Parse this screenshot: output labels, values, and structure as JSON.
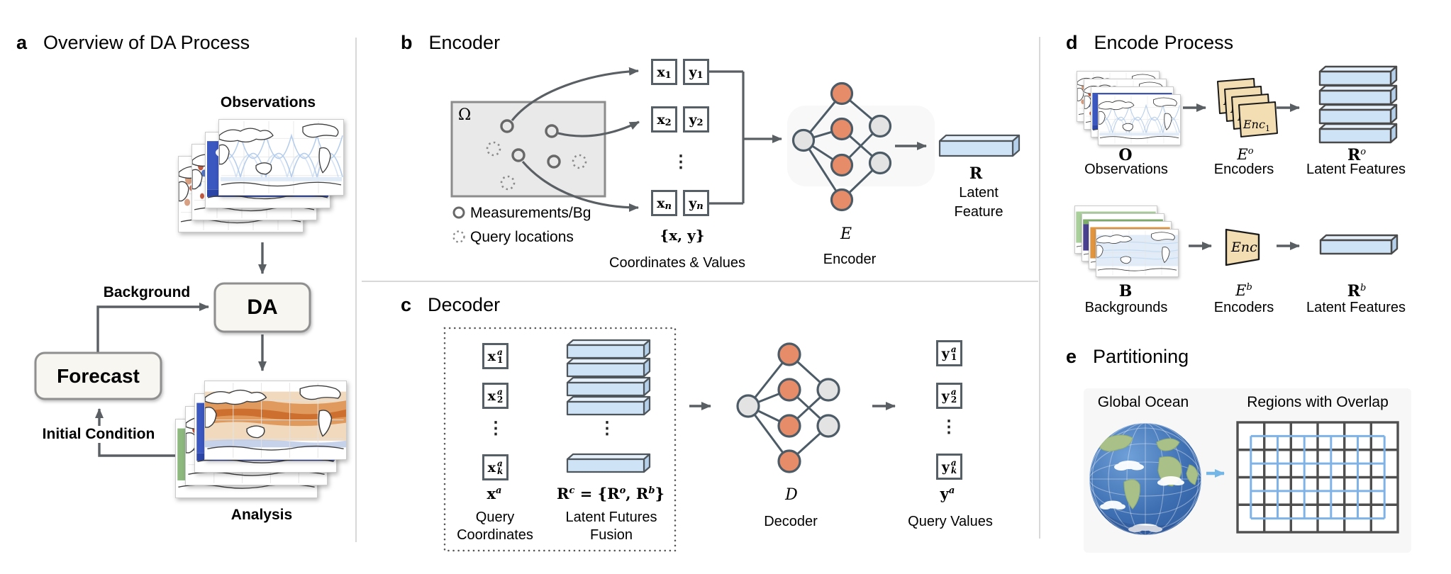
{
  "ellipsis": "⋮",
  "panel_a": {
    "letter": "a",
    "title": "Overview of DA Process",
    "observations_label": "Observations",
    "background_label": "Background",
    "da_box_label": "DA",
    "forecast_box_label": "Forecast",
    "initial_condition_label": "Initial Condition",
    "analysis_label": "Analysis"
  },
  "panel_b": {
    "letter": "b",
    "title": "Encoder",
    "omega": "Ω",
    "legend_measurements": "Measurements/Bg",
    "legend_query": "Query locations",
    "pairs": [
      {
        "x_base": "x",
        "x_sub": "1",
        "y_base": "y",
        "y_sub": "1"
      },
      {
        "x_base": "x",
        "x_sub": "2",
        "y_base": "y",
        "y_sub": "2"
      },
      {
        "x_base": "x",
        "x_sub": "n",
        "y_base": "y",
        "y_sub": "n"
      }
    ],
    "set_label": "{x, y}",
    "coords_values_label": "Coordinates & Values",
    "nn_symbol": "E",
    "nn_label": "Encoder",
    "latent_symbol": "R",
    "latent_line1": "Latent",
    "latent_line2": "Feature"
  },
  "panel_c": {
    "letter": "c",
    "title": "Decoder",
    "query_boxes": [
      {
        "base": "x",
        "sup": "a",
        "sub": "1"
      },
      {
        "base": "x",
        "sup": "a",
        "sub": "2"
      },
      {
        "base": "x",
        "sup": "a",
        "sub": "k"
      }
    ],
    "query_symbol_base": "x",
    "query_symbol_sup": "a",
    "query_line1": "Query",
    "query_line2": "Coordinates",
    "fusion_formula": {
      "r1": "R",
      "s1": "c",
      "eq": " = {",
      "r2": "R",
      "s2": "o",
      "comma": ", ",
      "r3": "R",
      "s3": "b",
      "close": "}"
    },
    "fusion_line1": "Latent Futures",
    "fusion_line2": "Fusion",
    "nn_symbol": "D",
    "nn_label": "Decoder",
    "value_boxes": [
      {
        "base": "y",
        "sup": "a",
        "sub": "1"
      },
      {
        "base": "y",
        "sup": "a",
        "sub": "2"
      },
      {
        "base": "y",
        "sup": "a",
        "sub": "k"
      }
    ],
    "value_symbol_base": "y",
    "value_symbol_sup": "a",
    "value_label": "Query Values"
  },
  "panel_d": {
    "letter": "d",
    "title": "Encode Process",
    "rows": [
      {
        "stack_symbol": "O",
        "stack_label": "Observations",
        "enc_card_base": "Enc",
        "enc_card_sub": "1",
        "enc_symbol_base": "E",
        "enc_symbol_sup": "o",
        "enc_label": "Encoders",
        "latent_symbol_base": "R",
        "latent_symbol_sup": "o",
        "latent_label": "Latent Features"
      },
      {
        "stack_symbol": "B",
        "stack_label": "Backgrounds",
        "enc_card_base": "Enc",
        "enc_symbol_base": "E",
        "enc_symbol_sup": "b",
        "enc_label": "Encoders",
        "latent_symbol_base": "R",
        "latent_symbol_sup": "b",
        "latent_label": "Latent Features"
      }
    ]
  },
  "panel_e": {
    "letter": "e",
    "title": "Partitioning",
    "globe_label": "Global Ocean",
    "grid_label": "Regions with Overlap"
  },
  "colors": {
    "node_orange": "#e78c68",
    "node_gray": "#e3e3e3",
    "node_stroke": "#4c5b66",
    "latent_blue_front": "#cfe3f7",
    "latent_blue_top": "#e6f1fc",
    "latent_blue_side": "#b4d0ea",
    "encoder_tan": "#f3ddb2",
    "arrow_gray": "#5a5f63",
    "region_grid_dark": "#4f4f4f",
    "region_grid_blue": "#7fb3e8",
    "domain_fill": "#e9e9e9",
    "box_fill": "#f7f6f0"
  }
}
